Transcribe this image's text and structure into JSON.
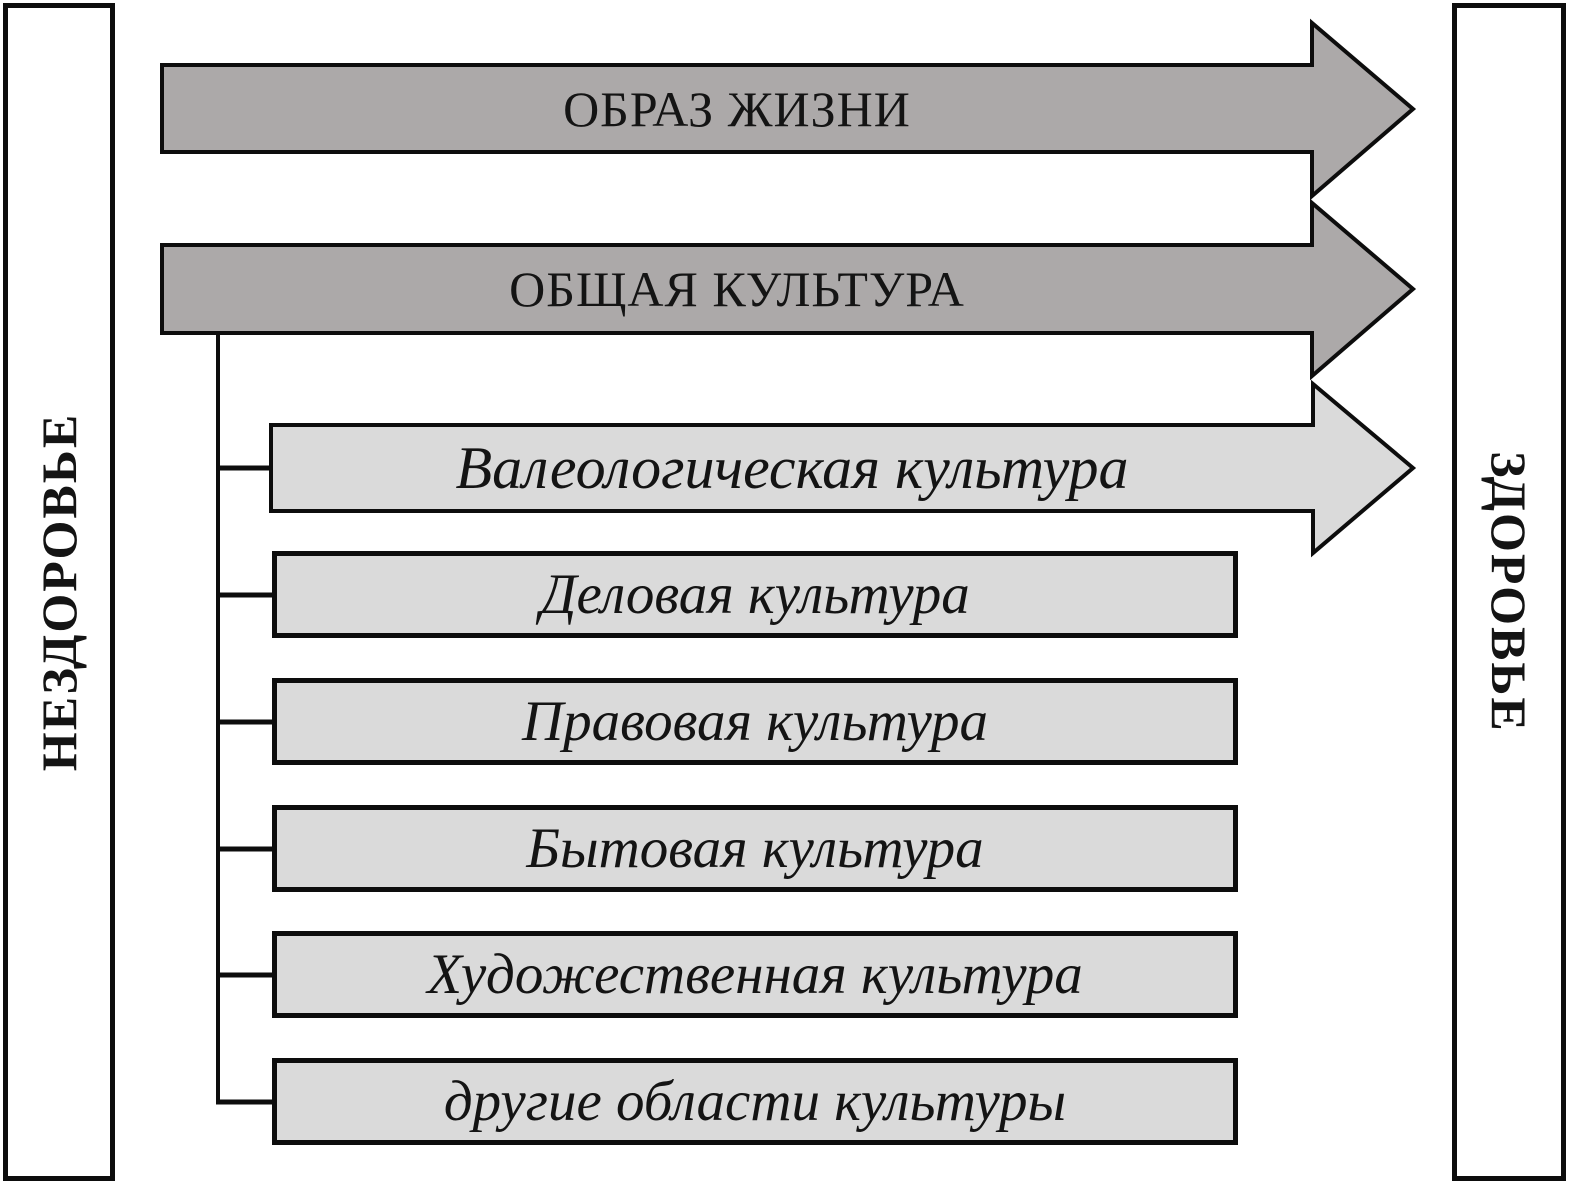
{
  "diagram": {
    "left_label": "НЕЗДОРОВЬЕ",
    "right_label": "ЗДОРОВЬЕ",
    "arrows": [
      {
        "label": "ОБРАЗ ЖИЗНИ",
        "fill": "#aca9a9"
      },
      {
        "label": "ОБЩАЯ КУЛЬТУРА",
        "fill": "#aca9a9"
      },
      {
        "label": "Валеологическая культура",
        "fill": "#dadada"
      }
    ],
    "culture_boxes": [
      {
        "label": "Деловая культура"
      },
      {
        "label": "Правовая культура"
      },
      {
        "label": "Бытовая культура"
      },
      {
        "label": "Художественная культура"
      },
      {
        "label": "другие области культуры"
      }
    ],
    "colors": {
      "dark_arrow_fill": "#aca9a9",
      "light_fill": "#dadada",
      "outline": "#0d0d0d",
      "background": "#ffffff"
    }
  }
}
